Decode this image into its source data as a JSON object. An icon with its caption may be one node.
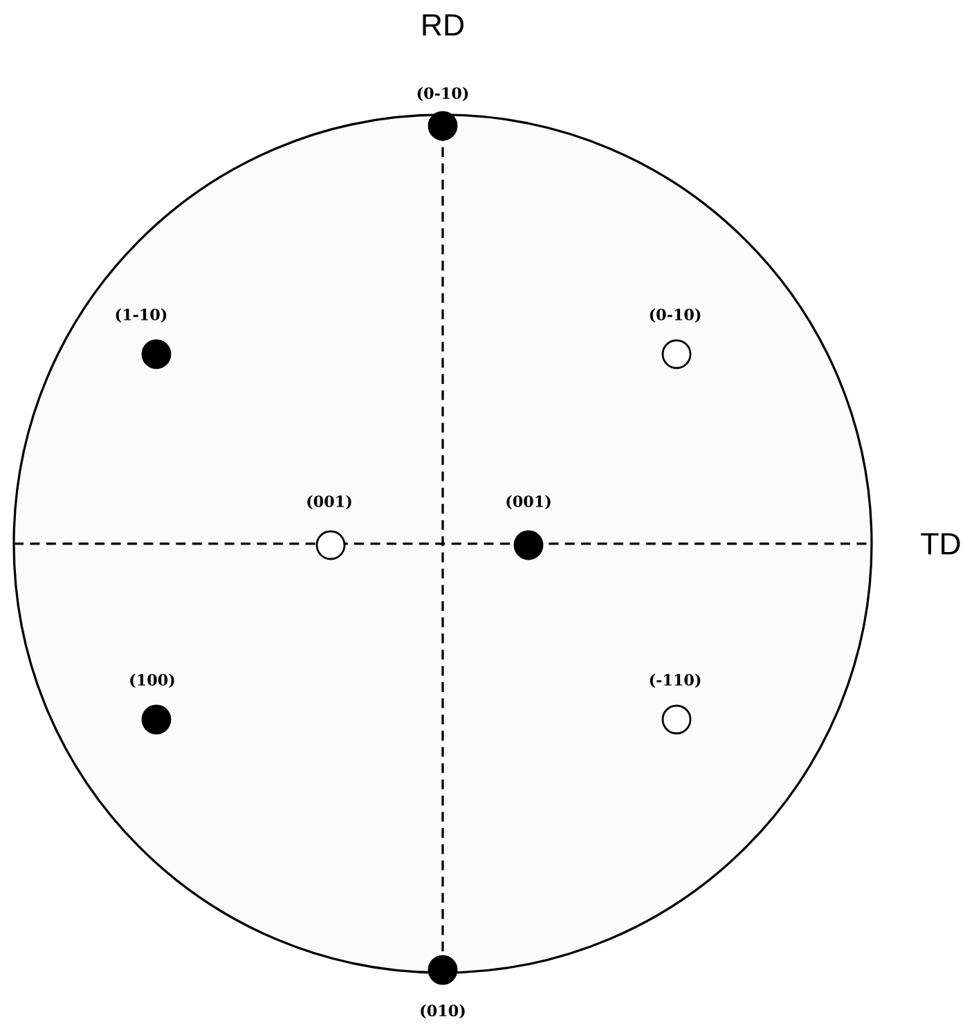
{
  "diagram": {
    "labels": [
      "RD",
      "(0-10)",
      "(1-10)",
      "(0-10)",
      "(001)",
      "(001)",
      "TD",
      "(100)",
      "(-110)",
      "(010)"
    ]
  }
}
